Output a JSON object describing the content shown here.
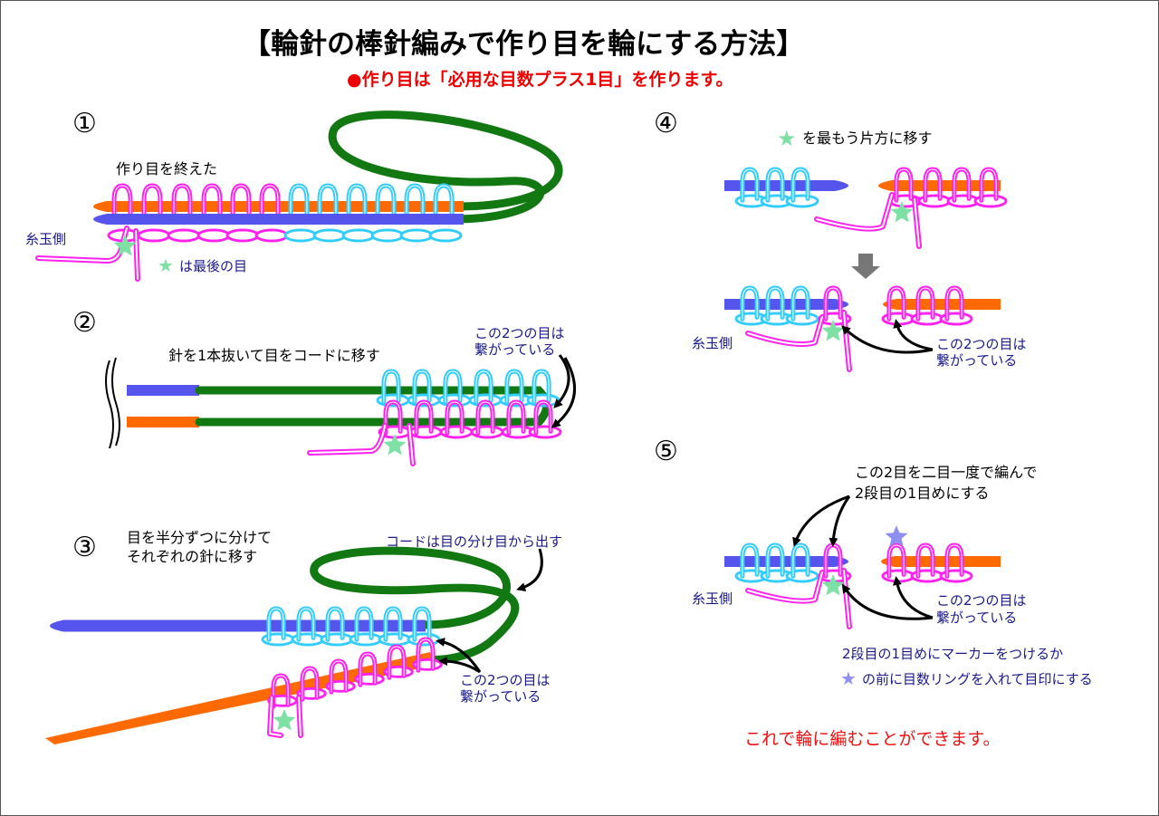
{
  "title": "【輪針の棒針編みで作り目を輪にする方法】",
  "subtitle": "●作り目は「必用な目数プラス1目」を作ります。",
  "colors": {
    "needle_a": "#ff6a00",
    "needle_b": "#5555ee",
    "cord": "#127812",
    "stitch_a": "#ff22ee",
    "stitch_b": "#33ccff",
    "star": "#7fe0a6",
    "marker_star": "#8f8ff0",
    "arrow_down": "#777777",
    "accent_red": "#ee1111",
    "label_blue": "#1a1a8c"
  },
  "step1": {
    "number": "①",
    "caption": "作り目を終えた",
    "yarn_side": "糸玉側",
    "star_icon": "★",
    "star_note": "は最後の目"
  },
  "step2": {
    "number": "②",
    "caption": "針を1本抜いて目をコードに移す",
    "connected_line1": "この2つの目は",
    "connected_line2": "繋がっている"
  },
  "step3": {
    "number": "③",
    "caption_line1": "目を半分ずつに分けて",
    "caption_line2": "それぞれの針に移す",
    "cord_note": "コードは目の分け目から出す",
    "connected_line1": "この2つの目は",
    "connected_line2": "繋がっている"
  },
  "step4": {
    "number": "④",
    "star_icon": "★",
    "caption": "を最もう片方に移す",
    "yarn_side": "糸玉側",
    "connected_line1": "この2つの目は",
    "connected_line2": "繋がっている"
  },
  "step5": {
    "number": "⑤",
    "instruction_line1": "この2目を二目一度で編んで",
    "instruction_line2": "2段目の1目めにする",
    "yarn_side": "糸玉側",
    "connected_line1": "この2つの目は",
    "connected_line2": "繋がっている",
    "marker_line1": "2段目の1目めにマーカーをつけるか",
    "marker_star_icon": "★",
    "marker_line2": "の前に目数リングを入れて目印にする"
  },
  "conclusion": "これで輪に編むことができます。"
}
